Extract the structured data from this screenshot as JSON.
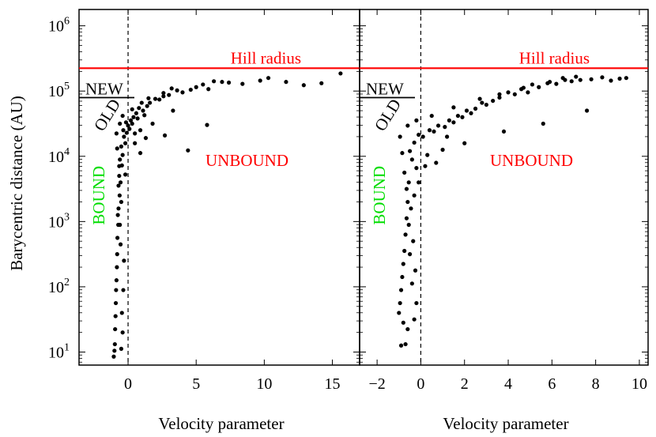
{
  "chart_data": [
    {
      "type": "scatter",
      "xlabel": "Velocity parameter",
      "ylabel": "Barycentric distance (AU)",
      "y_scale": "log",
      "xlim": [
        -3.6,
        17
      ],
      "ylim": [
        0.8,
        6.25
      ],
      "x_ticks": [
        0,
        5,
        10,
        15
      ],
      "y_ticks": [
        {
          "v": 1,
          "base": "10",
          "exp": "1"
        },
        {
          "v": 2,
          "base": "10",
          "exp": "2"
        },
        {
          "v": 3,
          "base": "10",
          "exp": "3"
        },
        {
          "v": 4,
          "base": "10",
          "exp": "4"
        },
        {
          "v": 5,
          "base": "10",
          "exp": "5"
        },
        {
          "v": 6,
          "base": "10",
          "exp": "6"
        }
      ],
      "hill_radius_log": 5.35,
      "hill_radius_color": "#ff0000",
      "annotations": {
        "hill": "Hill radius",
        "new": "NEW",
        "old": "OLD",
        "bound": "BOUND",
        "unbound": "UNBOUND",
        "bound_color": "#00dd00",
        "unbound_color": "#ff0000"
      },
      "points": [
        [
          15.6,
          5.27
        ],
        [
          14.2,
          5.12
        ],
        [
          12.9,
          5.09
        ],
        [
          11.6,
          5.14
        ],
        [
          10.3,
          5.2
        ],
        [
          9.7,
          5.16
        ],
        [
          8.4,
          5.11
        ],
        [
          7.4,
          5.13
        ],
        [
          6.9,
          5.14
        ],
        [
          6.3,
          5.15
        ],
        [
          5.9,
          5.03
        ],
        [
          5.8,
          4.48
        ],
        [
          5.5,
          5.1
        ],
        [
          5.0,
          5.06
        ],
        [
          4.6,
          5.02
        ],
        [
          4.4,
          4.09
        ],
        [
          4.0,
          4.98
        ],
        [
          3.6,
          5.01
        ],
        [
          3.3,
          4.7
        ],
        [
          3.0,
          4.94
        ],
        [
          2.6,
          4.92
        ],
        [
          2.3,
          4.87
        ],
        [
          2.0,
          4.88
        ],
        [
          1.8,
          4.5
        ],
        [
          1.6,
          4.82
        ],
        [
          1.4,
          4.77
        ],
        [
          1.2,
          4.63
        ],
        [
          1.1,
          4.7
        ],
        [
          0.9,
          4.4
        ],
        [
          0.8,
          4.74
        ],
        [
          0.7,
          4.58
        ],
        [
          0.6,
          4.66
        ],
        [
          0.5,
          4.35
        ],
        [
          0.4,
          4.6
        ],
        [
          0.3,
          4.5
        ],
        [
          0.2,
          4.55
        ],
        [
          0.1,
          4.42
        ],
        [
          0.0,
          4.47
        ],
        [
          -0.1,
          4.36
        ],
        [
          -0.15,
          4.52
        ],
        [
          -0.2,
          4.2
        ],
        [
          -0.3,
          4.3
        ],
        [
          -0.35,
          4.4
        ],
        [
          -0.4,
          4.02
        ],
        [
          -0.45,
          3.86
        ],
        [
          -0.5,
          4.15
        ],
        [
          -0.55,
          3.6
        ],
        [
          -0.6,
          3.95
        ],
        [
          -0.62,
          3.4
        ],
        [
          -0.65,
          3.7
        ],
        [
          -0.7,
          3.2
        ],
        [
          -0.72,
          2.95
        ],
        [
          -0.75,
          3.1
        ],
        [
          -0.78,
          2.75
        ],
        [
          -0.8,
          2.5
        ],
        [
          -0.82,
          2.3
        ],
        [
          -0.85,
          2.1
        ],
        [
          -0.88,
          1.95
        ],
        [
          -0.9,
          1.75
        ],
        [
          -0.92,
          1.55
        ],
        [
          -0.95,
          1.35
        ],
        [
          -0.97,
          1.12
        ],
        [
          -1.0,
          1.02
        ],
        [
          -1.05,
          0.93
        ],
        [
          -0.5,
          1.05
        ],
        [
          -0.4,
          1.3
        ],
        [
          -0.45,
          1.6
        ],
        [
          -0.35,
          1.95
        ],
        [
          -0.3,
          2.4
        ],
        [
          -0.55,
          2.65
        ],
        [
          -0.6,
          2.95
        ],
        [
          -0.5,
          3.3
        ],
        [
          -0.7,
          3.55
        ],
        [
          -0.65,
          3.85
        ],
        [
          -0.8,
          4.12
        ],
        [
          -0.85,
          4.35
        ],
        [
          -0.6,
          4.5
        ],
        [
          -0.4,
          4.62
        ],
        [
          0.3,
          4.72
        ],
        [
          1.0,
          4.82
        ],
        [
          1.5,
          4.89
        ],
        [
          2.6,
          4.97
        ],
        [
          3.2,
          5.04
        ],
        [
          0.5,
          4.2
        ],
        [
          1.3,
          4.28
        ],
        [
          2.7,
          4.32
        ],
        [
          0.9,
          4.05
        ],
        [
          -0.2,
          3.72
        ]
      ]
    },
    {
      "type": "scatter",
      "xlabel": "Velocity parameter",
      "ylabel": "",
      "y_scale": "log",
      "xlim": [
        -2.8,
        10.4
      ],
      "ylim": [
        0.8,
        6.25
      ],
      "x_ticks": [
        {
          "v": -2,
          "label": "−2"
        },
        {
          "v": 0,
          "label": "0"
        },
        {
          "v": 2,
          "label": "2"
        },
        {
          "v": 4,
          "label": "4"
        },
        {
          "v": 6,
          "label": "6"
        },
        {
          "v": 8,
          "label": "8"
        },
        {
          "v": 10,
          "label": "10"
        }
      ],
      "hill_radius_log": 5.35,
      "hill_radius_color": "#ff0000",
      "annotations": {
        "hill": "Hill radius",
        "new": "NEW",
        "old": "OLD",
        "bound": "BOUND",
        "unbound": "UNBOUND",
        "bound_color": "#00dd00",
        "unbound_color": "#ff0000"
      },
      "points": [
        [
          9.4,
          5.2
        ],
        [
          9.1,
          5.19
        ],
        [
          8.7,
          5.16
        ],
        [
          8.3,
          5.21
        ],
        [
          7.8,
          5.18
        ],
        [
          7.6,
          4.7
        ],
        [
          7.3,
          5.17
        ],
        [
          6.9,
          5.15
        ],
        [
          6.5,
          5.2
        ],
        [
          6.2,
          5.11
        ],
        [
          5.9,
          5.14
        ],
        [
          5.6,
          4.5
        ],
        [
          5.4,
          5.06
        ],
        [
          5.1,
          5.1
        ],
        [
          4.9,
          4.98
        ],
        [
          4.6,
          5.03
        ],
        [
          4.3,
          4.95
        ],
        [
          4.0,
          4.98
        ],
        [
          3.8,
          4.38
        ],
        [
          3.6,
          4.9
        ],
        [
          3.3,
          4.85
        ],
        [
          3.0,
          4.79
        ],
        [
          2.8,
          4.82
        ],
        [
          2.5,
          4.73
        ],
        [
          2.3,
          4.66
        ],
        [
          2.1,
          4.7
        ],
        [
          1.9,
          4.6
        ],
        [
          1.7,
          4.62
        ],
        [
          1.5,
          4.52
        ],
        [
          1.3,
          4.55
        ],
        [
          1.1,
          4.45
        ],
        [
          1.0,
          4.1
        ],
        [
          0.8,
          4.47
        ],
        [
          0.6,
          4.38
        ],
        [
          0.4,
          4.4
        ],
        [
          0.3,
          4.02
        ],
        [
          0.1,
          4.3
        ],
        [
          -0.1,
          4.33
        ],
        [
          -0.2,
          3.82
        ],
        [
          -0.3,
          4.21
        ],
        [
          -0.4,
          3.95
        ],
        [
          -0.5,
          4.08
        ],
        [
          -0.55,
          3.6
        ],
        [
          -0.6,
          3.3
        ],
        [
          -0.65,
          3.05
        ],
        [
          -0.7,
          2.8
        ],
        [
          -0.75,
          2.55
        ],
        [
          -0.8,
          2.35
        ],
        [
          -0.85,
          2.15
        ],
        [
          -0.9,
          1.95
        ],
        [
          -0.95,
          1.75
        ],
        [
          -1.0,
          1.6
        ],
        [
          -0.8,
          1.45
        ],
        [
          -0.6,
          1.35
        ],
        [
          -0.9,
          1.1
        ],
        [
          -0.7,
          1.12
        ],
        [
          -0.3,
          1.5
        ],
        [
          -0.2,
          1.75
        ],
        [
          -0.4,
          2.05
        ],
        [
          -0.25,
          2.25
        ],
        [
          -0.5,
          2.5
        ],
        [
          -0.35,
          2.7
        ],
        [
          -0.55,
          2.95
        ],
        [
          -0.45,
          3.2
        ],
        [
          -0.65,
          3.5
        ],
        [
          -0.75,
          3.75
        ],
        [
          -0.85,
          4.05
        ],
        [
          -0.95,
          4.3
        ],
        [
          -0.6,
          4.47
        ],
        [
          -0.2,
          4.55
        ],
        [
          0.5,
          4.62
        ],
        [
          1.5,
          4.75
        ],
        [
          2.7,
          4.88
        ],
        [
          3.6,
          4.95
        ],
        [
          4.7,
          5.05
        ],
        [
          5.8,
          5.12
        ],
        [
          6.6,
          5.17
        ],
        [
          7.1,
          5.22
        ],
        [
          1.2,
          4.3
        ],
        [
          2.0,
          4.2
        ],
        [
          0.7,
          3.9
        ],
        [
          -0.1,
          3.6
        ],
        [
          0.2,
          3.85
        ],
        [
          -0.3,
          3.4
        ]
      ]
    }
  ]
}
